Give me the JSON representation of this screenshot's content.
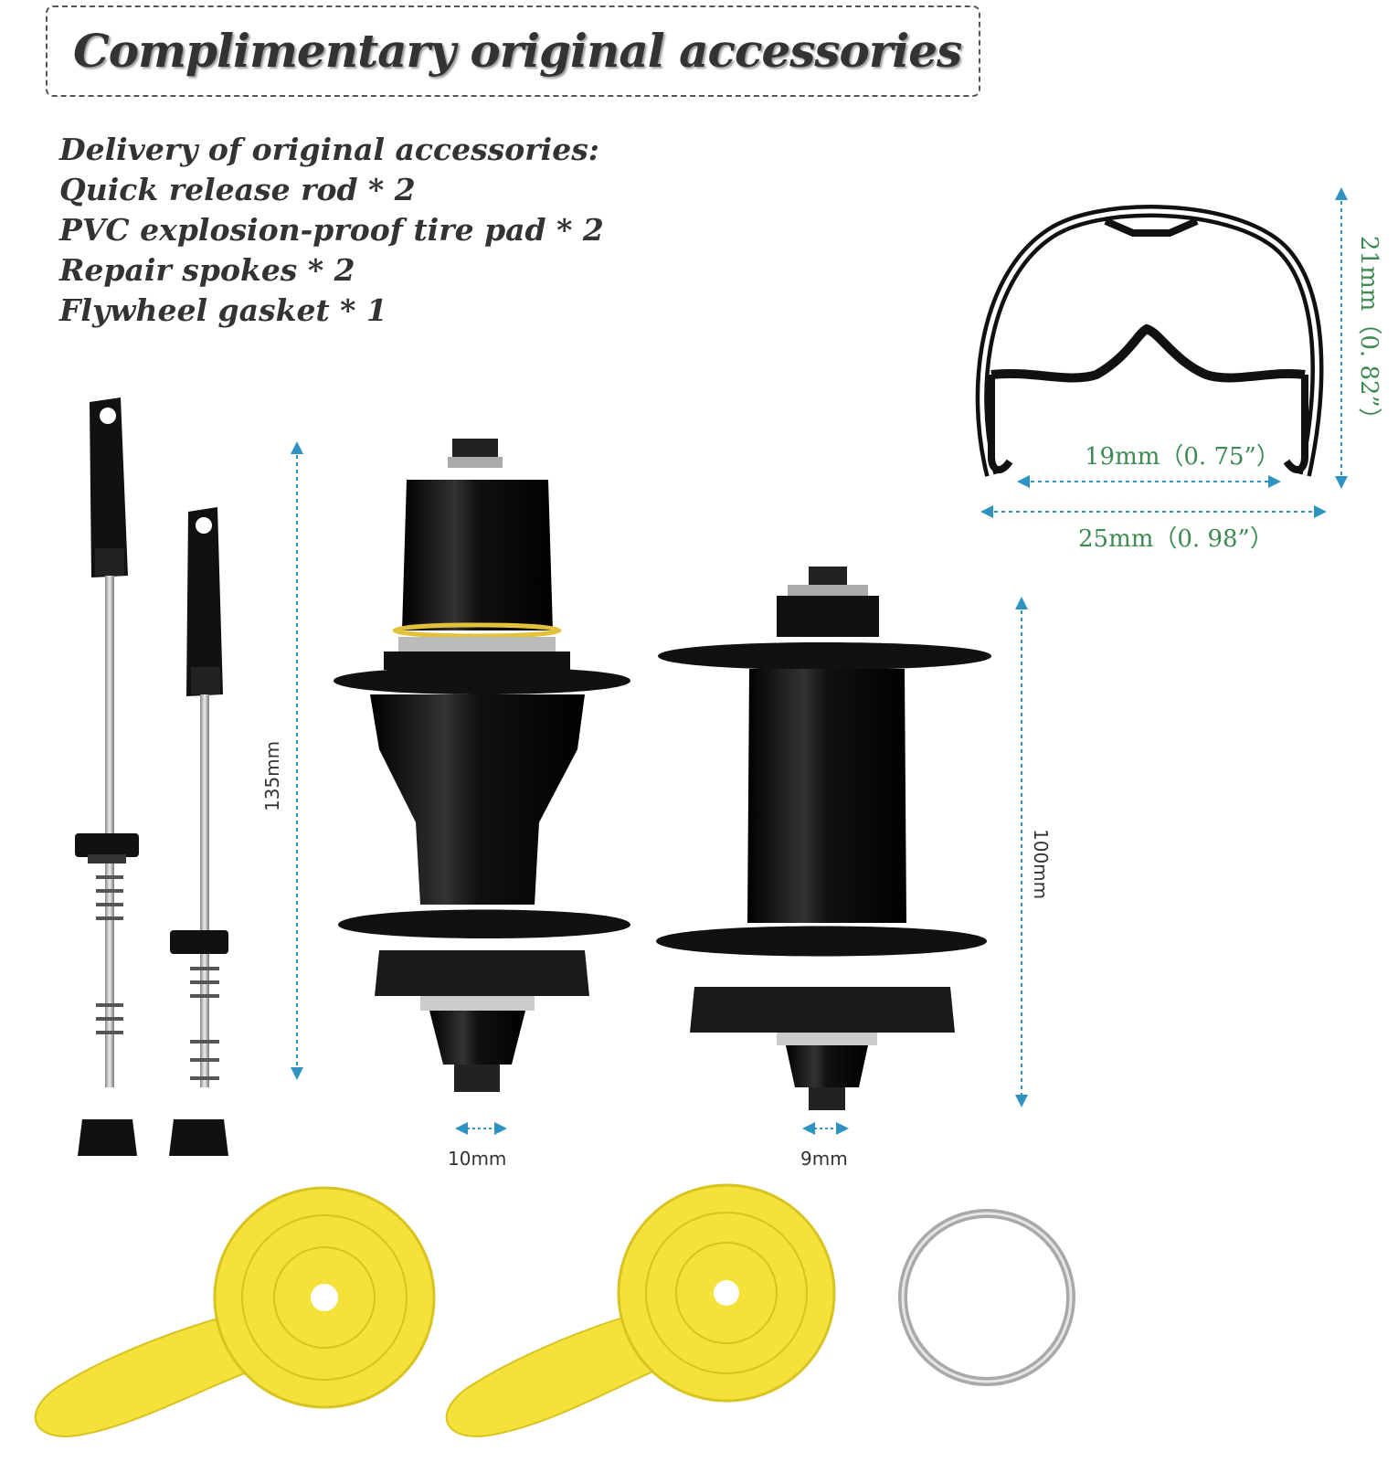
{
  "title": "Complimentary original accessories",
  "list": {
    "heading": "Delivery of original accessories:",
    "items": [
      "Quick release rod * 2",
      "PVC explosion-proof tire pad * 2",
      "Repair spokes * 2",
      "Flywheel gasket * 1"
    ]
  },
  "rim": {
    "height_label": "21mm（0. 82”）",
    "inner_label": "19mm（0. 75”）",
    "outer_label": "25mm（0. 98”）"
  },
  "rear_hub": {
    "length_label": "135mm",
    "axle_label": "10mm"
  },
  "front_hub": {
    "length_label": "100mm",
    "axle_label": "9mm"
  },
  "colors": {
    "dimension_arrow": "#2e93c2",
    "rim_dimension_text": "#3d8a52",
    "rim_tape": "#f4e23a",
    "hub": "#111111"
  }
}
